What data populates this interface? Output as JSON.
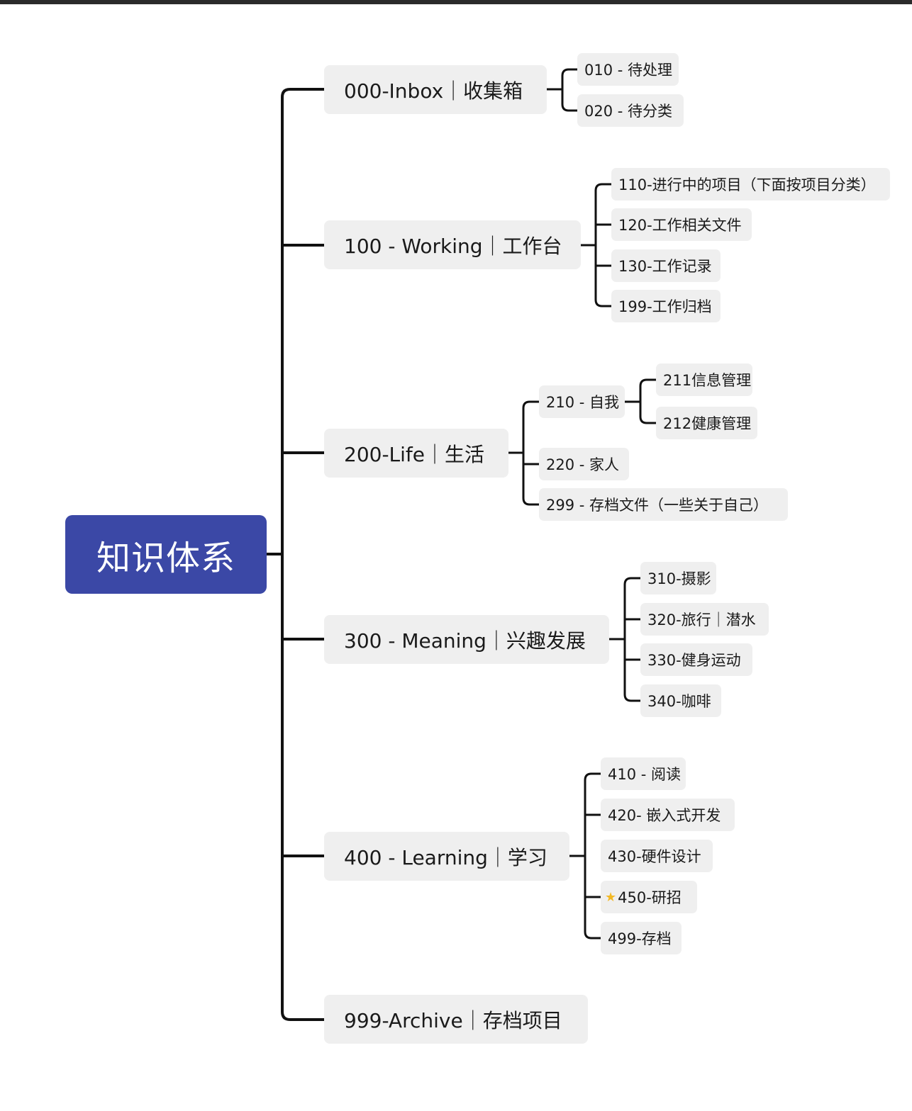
{
  "root": {
    "label": "知识体系"
  },
  "branches": [
    {
      "label": "000-Inbox｜收集箱",
      "children": [
        "010 - 待处理",
        "020 - 待分类"
      ]
    },
    {
      "label": "100 - Working｜工作台",
      "children": [
        "110-进行中的项目（下面按项目分类）",
        "120-工作相关文件",
        "130-工作记录",
        "199-工作归档"
      ]
    },
    {
      "label": "200-Life｜生活",
      "children": [
        "210 - 自我",
        "220 - 家人",
        "299 - 存档文件（一些关于自己）"
      ],
      "grandchildren": [
        "211信息管理",
        "212健康管理"
      ]
    },
    {
      "label": "300 - Meaning｜兴趣发展",
      "children": [
        "310-摄影",
        "320-旅行｜潜水",
        "330-健身运动",
        "340-咖啡"
      ]
    },
    {
      "label": "400 - Learning｜学习",
      "children": [
        "410 - 阅读",
        "420- 嵌入式开发",
        "430-硬件设计",
        "450-研招",
        "499-存档"
      ]
    },
    {
      "label": "999-Archive｜存档项目"
    }
  ],
  "icons": {
    "highlight": "star-icon"
  },
  "colors": {
    "root_bg": "#3b48a6",
    "node_bg": "#efefef",
    "line": "#111111"
  }
}
